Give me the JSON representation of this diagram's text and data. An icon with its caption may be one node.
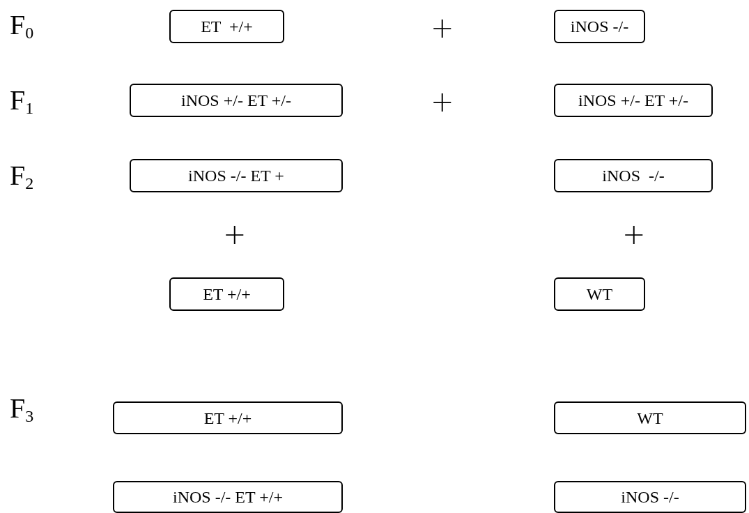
{
  "diagram": {
    "nodes": [
      {
        "text": [
          "ET  +/+"
        ]
      },
      {
        "text": [
          "iNOS -/-"
        ]
      },
      {
        "text": [
          "iNOS +/- ET +/-"
        ]
      },
      {
        "text": [
          "iNOS +/- ET +/-"
        ]
      },
      {
        "text": [
          "iNOS -/- ET +"
        ]
      },
      {
        "text": [
          "iNOS  -/-"
        ]
      },
      {
        "text": [
          "ET +/+"
        ]
      },
      {
        "text": [
          "WT"
        ]
      },
      {
        "text": [
          "ET +/+"
        ]
      },
      {
        "text": [
          "WT"
        ]
      },
      {
        "text": [
          "iNOS -/- ET +/+"
        ]
      },
      {
        "text": [
          "iNOS -/-"
        ]
      }
    ],
    "edges": [],
    "labels": [
      "F$_{0}$",
      "+",
      "F$_{1}$",
      "+",
      "F$_{2}$",
      "+",
      "+",
      "F$_{3}$"
    ]
  }
}
